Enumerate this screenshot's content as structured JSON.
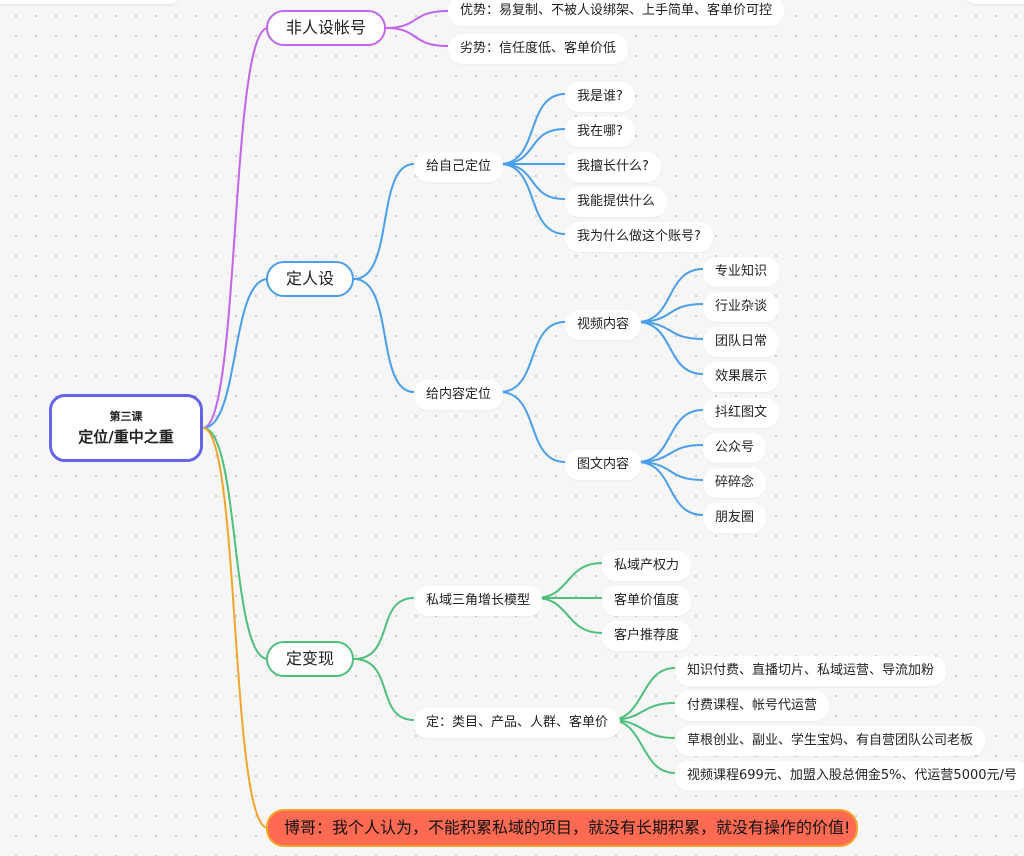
{
  "root": {
    "subtitle": "第三课",
    "title": "定位/重中之重"
  },
  "colors": {
    "purple": "#c265e8",
    "blue": "#4a9eea",
    "green": "#4fbf7c",
    "orange": "#f2a52c",
    "root_border": "#6464e6",
    "note_fill": "#ff6a53"
  },
  "branches": {
    "non_persona": {
      "label": "非人设帐号",
      "items": [
        "优势：易复制、不被人设绑架、上手简单、客单价可控",
        "劣势：信任度低、客单价低"
      ]
    },
    "persona": {
      "label": "定人设",
      "self": {
        "label": "给自己定位",
        "items": [
          "我是谁?",
          "我在哪?",
          "我擅长什么?",
          "我能提供什么",
          "我为什么做这个账号?"
        ]
      },
      "content": {
        "label": "给内容定位",
        "video": {
          "label": "视频内容",
          "items": [
            "专业知识",
            "行业杂谈",
            "团队日常",
            "效果展示"
          ]
        },
        "graphic": {
          "label": "图文内容",
          "items": [
            "抖红图文",
            "公众号",
            "碎碎念",
            "朋友圈"
          ]
        }
      }
    },
    "monetize": {
      "label": "定变现",
      "triangle": {
        "label": "私域三角增长模型",
        "items": [
          "私域产权力",
          "客单价值度",
          "客户推荐度"
        ]
      },
      "define": {
        "label": "定：类目、产品、人群、客单价",
        "items": [
          "知识付费、直播切片、私域运营、导流加粉",
          "付费课程、帐号代运营",
          "草根创业、副业、学生宝妈、有自营团队公司老板",
          "视频课程699元、加盟入股总佣金5%、代运营5000元/号"
        ]
      }
    }
  },
  "note": "博哥：我个人认为，不能积累私域的项目，就没有长期积累，就没有操作的价值!"
}
